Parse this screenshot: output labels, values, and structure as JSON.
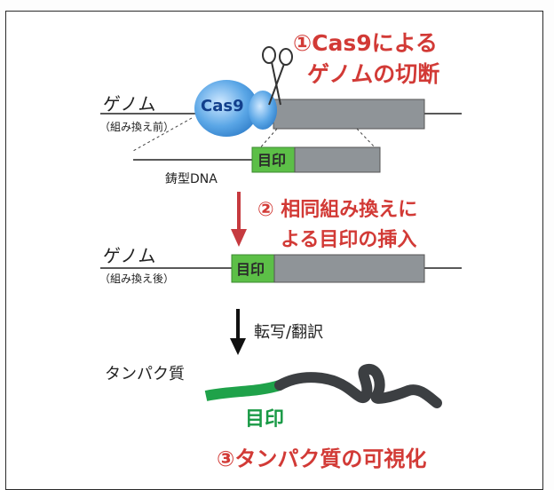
{
  "colors": {
    "heading_red": "#d23a36",
    "tag_green": "#5cbf47",
    "gene_gray": "#8f9498",
    "cas9_blue": "#3f8ed9",
    "arrow_red": "#c63a3f",
    "protein_dark": "#3c3f42"
  },
  "step1": {
    "line1": "①Cas9による",
    "line2": "ゲノムの切断"
  },
  "cas9_label": "Cas9",
  "genome_before": {
    "label": "ゲノム",
    "sublabel": "（組み換え前）"
  },
  "template": {
    "label": "鋳型DNA",
    "tag": "目印"
  },
  "step2": {
    "line1": "② 相同組み換えに",
    "line2": "よる目印の挿入"
  },
  "genome_after": {
    "label": "ゲノム",
    "sublabel": "（組み換え後）",
    "tag": "目印"
  },
  "transcription_label": "転写/翻訳",
  "protein": {
    "label": "タンパク質",
    "tag": "目印"
  },
  "step3": {
    "label": "③タンパク質の可視化"
  },
  "icons": {
    "scissors": "scissors-icon",
    "cas9": "cas9-protein-icon"
  }
}
